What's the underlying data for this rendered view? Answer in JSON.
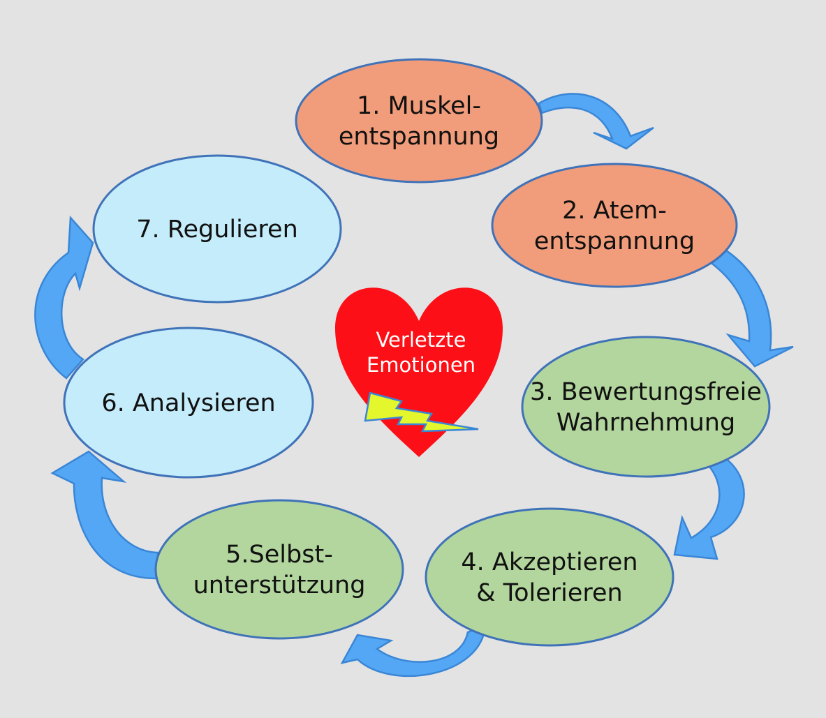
{
  "colors": {
    "background": "#e3e3e3",
    "node_stroke": "#3f72b8",
    "salmon_fill": "#f19c7a",
    "green_fill": "#b2d69d",
    "lightblue_fill": "#c5ecfa",
    "arrow_fill": "#53a7f4",
    "arrow_stroke": "#3a86d6",
    "heart_fill": "#fc0f16",
    "bolt_fill": "#e3f72c",
    "bolt_stroke": "#3a86d6"
  },
  "center": {
    "lines": [
      "Verletzte",
      "Emotionen"
    ],
    "icons": [
      "heart-icon",
      "lightning-bolt-icon"
    ]
  },
  "steps": [
    {
      "name": "step-1-muskelentspannung",
      "lines": [
        "1. Muskel-",
        "entspannung"
      ],
      "color": "salmon"
    },
    {
      "name": "step-2-atementspannung",
      "lines": [
        "2. Atem-",
        "entspannung"
      ],
      "color": "salmon"
    },
    {
      "name": "step-3-bewertungsfreie-wahrnehmung",
      "lines": [
        "3. Bewertungsfreie",
        "Wahrnehmung"
      ],
      "color": "green"
    },
    {
      "name": "step-4-akzeptieren-tolerieren",
      "lines": [
        "4. Akzeptieren",
        "& Tolerieren"
      ],
      "color": "green"
    },
    {
      "name": "step-5-selbstunterstuetzung",
      "lines": [
        "5.Selbst-",
        "unterstützung"
      ],
      "color": "green"
    },
    {
      "name": "step-6-analysieren",
      "lines": [
        "6. Analysieren"
      ],
      "color": "lightblue"
    },
    {
      "name": "step-7-regulieren",
      "lines": [
        "7. Regulieren"
      ],
      "color": "lightblue"
    }
  ],
  "arrows": [
    {
      "name": "arrow-1-to-2-icon"
    },
    {
      "name": "arrow-2-to-3-icon"
    },
    {
      "name": "arrow-3-to-4-icon"
    },
    {
      "name": "arrow-4-to-5-icon"
    },
    {
      "name": "arrow-5-to-6-icon"
    },
    {
      "name": "arrow-6-to-7-icon"
    }
  ]
}
